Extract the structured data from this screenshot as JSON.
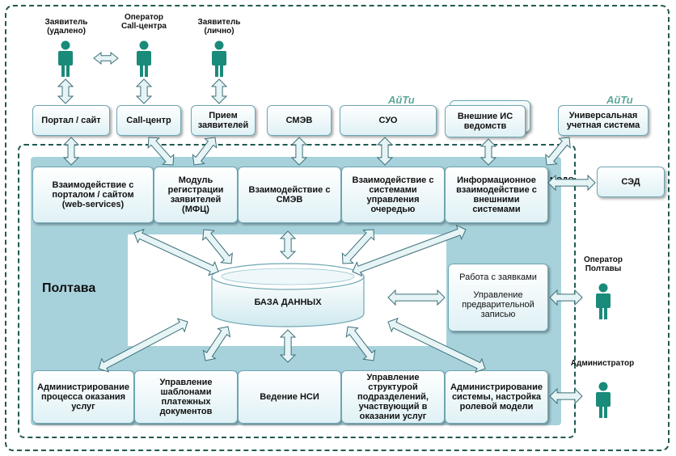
{
  "people": {
    "applicant_remote": "Заявитель\n(удалено)",
    "call_operator": "Оператор\nCall-центра",
    "applicant_personal": "Заявитель\n(лично)",
    "operator_poltava": "Оператор\nПолтавы",
    "administrator": "Администратор"
  },
  "top_boxes": {
    "portal": "Портал / сайт",
    "call_center": "Call-центр",
    "reception": "Прием\nзаявителей",
    "smev": "СМЭВ",
    "suo": "СУО",
    "external_is": "Внешние ИС\nведомств",
    "universal_account": "Универсальная\nучетная система"
  },
  "logos": {
    "logo_suo": "АйТи",
    "logo_universal": "АйТи"
  },
  "module_row": {
    "portal_interaction": "Взаимодействие с\nпорталом / сайтом\n(web-services)",
    "registration": "Модуль\nрегистрации\nзаявителей\n(МФЦ)",
    "smev_interaction": "Взаимодействие с\nСМЭВ",
    "queue_interaction": "Взаимодействие с\nсистемами\nуправления\nочередью",
    "external_interaction": "Информационное\nвзаимодействие с\nвнешними\nсистемами"
  },
  "mid": {
    "region": "Полтава",
    "database": "БАЗА ДАННЫХ",
    "requests_work": "Работа с заявками",
    "preregistration": "Управление\nпредварительной\nзаписью",
    "medo": "МЭДО",
    "sed": "СЭД"
  },
  "bottom_row": {
    "admin_process": "Администрирование\nпроцесса оказания\nуслуг",
    "payment_templates": "Управление\nшаблонами\nплатежных\nдокументов",
    "nsi": "Ведение НСИ",
    "structure_mgmt": "Управление\nструктурой\nподразделений,\nучаствующий в\nоказании услуг",
    "system_admin": "Администрирование\nсистемы, настройка\nролевой модели"
  },
  "colors": {
    "person": "#1a8a7a",
    "arrow_fill": "#e6f4f6",
    "arrow_stroke": "#3d6f78",
    "panel": "#a7d2dc",
    "dash": "#1f5a50"
  }
}
